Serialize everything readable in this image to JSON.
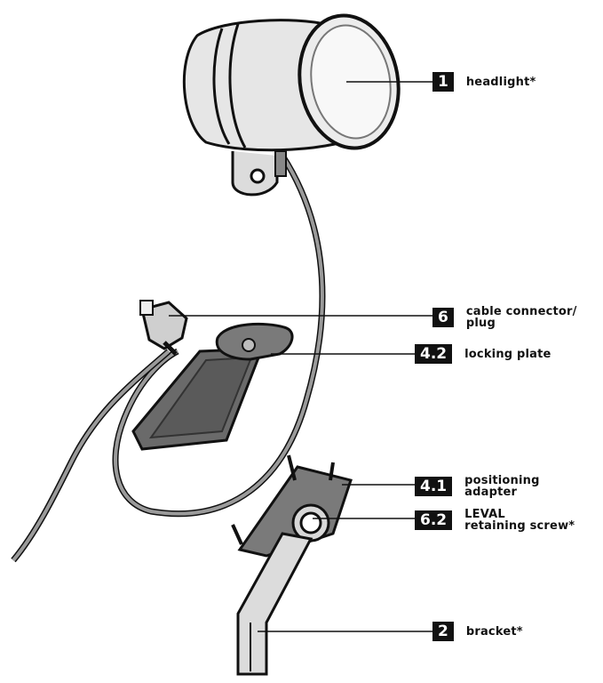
{
  "callouts": [
    {
      "id": "headlight",
      "number": "1",
      "lines": [
        "headlight*"
      ]
    },
    {
      "id": "cable-connector",
      "number": "6",
      "lines": [
        "cable connector/",
        "plug"
      ]
    },
    {
      "id": "locking-plate",
      "number": "4.2",
      "lines": [
        "locking plate"
      ]
    },
    {
      "id": "positioning-adapter",
      "number": "4.1",
      "lines": [
        "positioning",
        "adapter"
      ]
    },
    {
      "id": "retaining-screw",
      "number": "6.2",
      "lines": [
        "LEVAL",
        "retaining screw*"
      ]
    },
    {
      "id": "bracket",
      "number": "2",
      "lines": [
        "bracket*"
      ]
    }
  ],
  "colors": {
    "ink": "#111111",
    "part_fill": "#e4e4e4",
    "part_dark": "#9a9a9a",
    "plate": "#555555"
  }
}
